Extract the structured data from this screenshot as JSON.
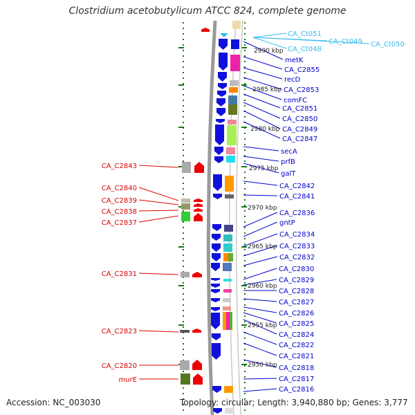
{
  "title": "Clostridium acetobutylicum ATCC 824, complete genome",
  "footer": {
    "accession": "Accession: NC_003030",
    "stats": "Topology: circular; Length: 3,940,880 bp; Genes: 3,777"
  },
  "colors": {
    "forward_label": "#0000cc",
    "reverse_label": "#dd0000",
    "rna_label": "#33bbee",
    "forward_arrow": "#1010dd",
    "reverse_arrow": "#ee0000",
    "scale_tick": "#117711"
  },
  "scale_labels": [
    "2990 kbp",
    "2985 kbp",
    "2980 kbp",
    "2975 kbp",
    "2970 kbp",
    "2965 kbp",
    "2960 kbp",
    "2955 kbp",
    "2950 kbp"
  ],
  "rna_labels": [
    "CA_Ct051",
    "CA_Ct049",
    "CA_Ct050",
    "CA_Ct048"
  ],
  "forward_labels": [
    "metK",
    "CA_C2855",
    "recD",
    "CA_C2853",
    "comFC",
    "CA_C2851",
    "CA_C2850",
    "CA_C2849",
    "CA_C2847",
    "secA",
    "prfB",
    "galT",
    "CA_C2842",
    "CA_C2841",
    "CA_C2836",
    "gntP",
    "CA_C2834",
    "CA_C2833",
    "CA_C2832",
    "CA_C2830",
    "CA_C2829",
    "CA_C2828",
    "CA_C2827",
    "CA_C2826",
    "CA_C2825",
    "CA_C2824",
    "CA_C2822",
    "CA_C2821",
    "CA_C2818",
    "CA_C2817",
    "CA_C2816"
  ],
  "reverse_labels": [
    "CA_C2843",
    "CA_C2840",
    "CA_C2839",
    "CA_C2838",
    "CA_C2837",
    "CA_C2831",
    "CA_C2823",
    "CA_C2820",
    "murE"
  ]
}
